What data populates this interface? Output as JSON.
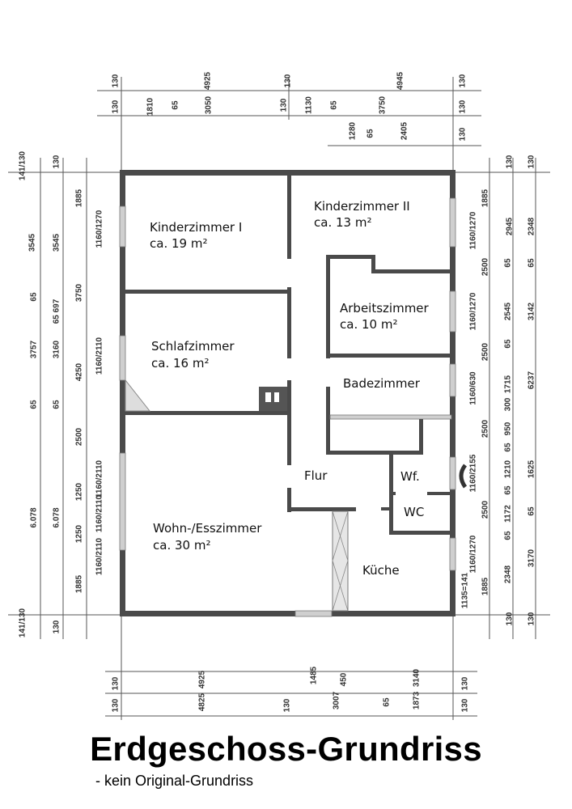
{
  "title": "Erdgeschoss-Grundriss",
  "subtitle": "- kein Original-Grundriss",
  "rooms": {
    "kinderzimmer1": {
      "name": "Kinderzimmer I",
      "area": "ca. 19 m²"
    },
    "kinderzimmer2": {
      "name": "Kinderzimmer II",
      "area": "ca. 13 m²"
    },
    "arbeitszimmer": {
      "name": "Arbeitszimmer",
      "area": "ca. 10 m²"
    },
    "schlafzimmer": {
      "name": "Schlafzimmer",
      "area": "ca. 16 m²"
    },
    "badezimmer": {
      "name": "Badezimmer"
    },
    "flur": {
      "name": "Flur"
    },
    "wf": {
      "name": "Wf."
    },
    "wc": {
      "name": "WC"
    },
    "wohnzimmer": {
      "name": "Wohn-/Esszimmer",
      "area": "ca. 30 m²"
    },
    "kueche": {
      "name": "Küche"
    }
  },
  "dims": [
    "130",
    "4925",
    "130",
    "4945",
    "130",
    "130",
    "1810",
    "65",
    "3050",
    "130",
    "1130",
    "65",
    "3750",
    "130",
    "1280",
    "65",
    "2405",
    "130",
    "141/130",
    "3545",
    "65",
    "3757",
    "65",
    "6.078",
    "141/130",
    "130",
    "3545",
    "65 697",
    "3160",
    "65",
    "6.078",
    "130",
    "1885",
    "3750",
    "4250",
    "2500",
    "1250",
    "1250",
    "1885",
    "1160/1270",
    "1160/2110",
    "1160/2110",
    "1160/2110",
    "1160/2110",
    "1885",
    "1160/1270",
    "2500",
    "1160/1270",
    "2500",
    "1160/630",
    "2500",
    "1160/2155",
    "2500",
    "1160/1270",
    "1885",
    "1135=141",
    "130",
    "2945",
    "65",
    "2545",
    "65",
    "1715",
    "300",
    "950",
    "65",
    "1210",
    "65",
    "1172",
    "65",
    "2348",
    "130",
    "130",
    "2348",
    "65",
    "3142",
    "6237",
    "1625",
    "65",
    "3170",
    "130",
    "130",
    "4925",
    "1485",
    "450",
    "3140",
    "130",
    "130",
    "4825",
    "130",
    "3007",
    "65",
    "1873",
    "130"
  ]
}
